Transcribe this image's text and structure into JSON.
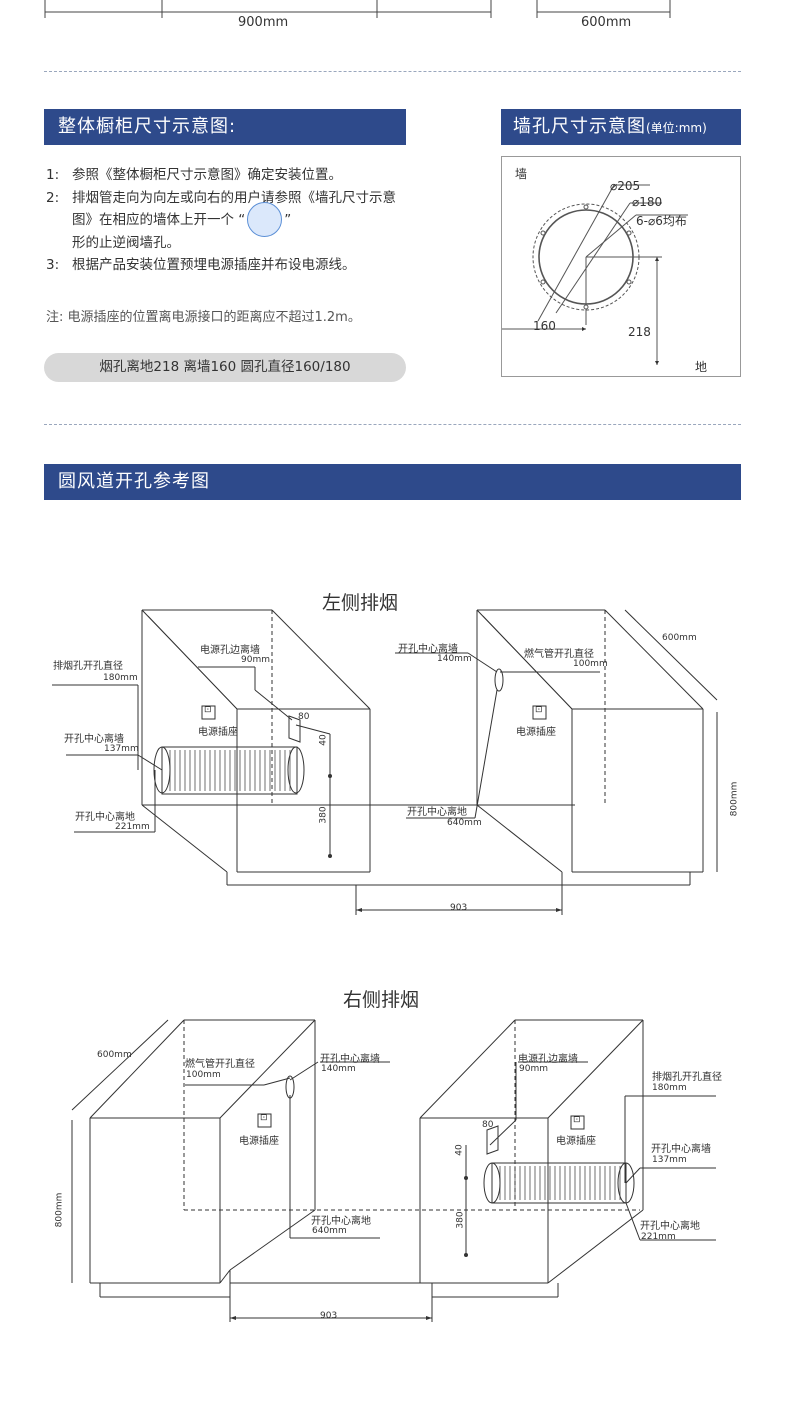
{
  "top_dims": {
    "left": "900mm",
    "right": "600mm"
  },
  "section1": {
    "title": "整体橱柜尺寸示意图:",
    "notes": [
      {
        "num": "1:",
        "text": "参照《整体橱柜尺寸示意图》确定安装位置。"
      },
      {
        "num": "2:",
        "text_a": "排烟管走向为向左或向右的用户请参照《墙孔尺寸示意图》在相应的墙体上开一个 “",
        "text_b": "”",
        "text_c": "形的止逆阀墙孔。"
      },
      {
        "num": "3:",
        "text": "根据产品安装位置预埋电源插座并布设电源线。"
      }
    ],
    "remark": "注: 电源插座的位置离电源接口的距离应不超过1.2m。",
    "pill": "烟孔离地218  离墙160  圆孔直径160/180"
  },
  "wall_hole": {
    "title": "墙孔尺寸示意图",
    "unit": "(单位:mm)",
    "wall_label": "墙",
    "d205": "⌀205",
    "d180": "⌀180",
    "holes": "6-⌀6均布",
    "dim_160": "160",
    "dim_218": "218",
    "ground_label": "地"
  },
  "section2": {
    "title": "圆风道开孔参考图"
  },
  "left_diagram": {
    "title": "左侧排烟",
    "exhaust_label": "排烟孔开孔直径",
    "exhaust_value": "180mm",
    "power_edge_label": "电源孔边离墙",
    "power_edge_value": "90mm",
    "center_wall_label": "开孔中心离墙",
    "center_wall_value": "137mm",
    "socket_label": "电源插座",
    "center_ground_label": "开孔中心离地",
    "center_ground_value": "221mm",
    "d80": "80",
    "d40": "40",
    "d380": "380",
    "gas_center_label": "开孔中心离墙",
    "gas_center_value": "140mm",
    "gas_label": "燃气管开孔直径",
    "gas_value": "100mm",
    "socket2_label": "电源插座",
    "ground640_label": "开孔中心离地",
    "ground640_value": "640mm",
    "depth": "600mm",
    "height": "800mm",
    "span": "903"
  },
  "right_diagram": {
    "title": "右侧排烟",
    "depth": "600mm",
    "height": "800mm",
    "gas_label": "燃气管开孔直径",
    "gas_value": "100mm",
    "gas_center_label": "开孔中心离墙",
    "gas_center_value": "140mm",
    "socket_label": "电源插座",
    "ground640_label": "开孔中心离地",
    "ground640_value": "640mm",
    "span": "903",
    "power_edge_label": "电源孔边离墙",
    "power_edge_value": "90mm",
    "d80": "80",
    "d40": "40",
    "d380": "380",
    "socket2_label": "电源插座",
    "exhaust_label": "排烟孔开孔直径",
    "exhaust_value": "180mm",
    "center_wall_label": "开孔中心离墙",
    "center_wall_value": "137mm",
    "center_ground_label": "开孔中心离地",
    "center_ground_value": "221mm"
  },
  "colors": {
    "banner": "#2e4a8b",
    "pill": "#d8d8d8",
    "circle_fill": "#dbe8fb",
    "circle_stroke": "#5b8fd6"
  }
}
